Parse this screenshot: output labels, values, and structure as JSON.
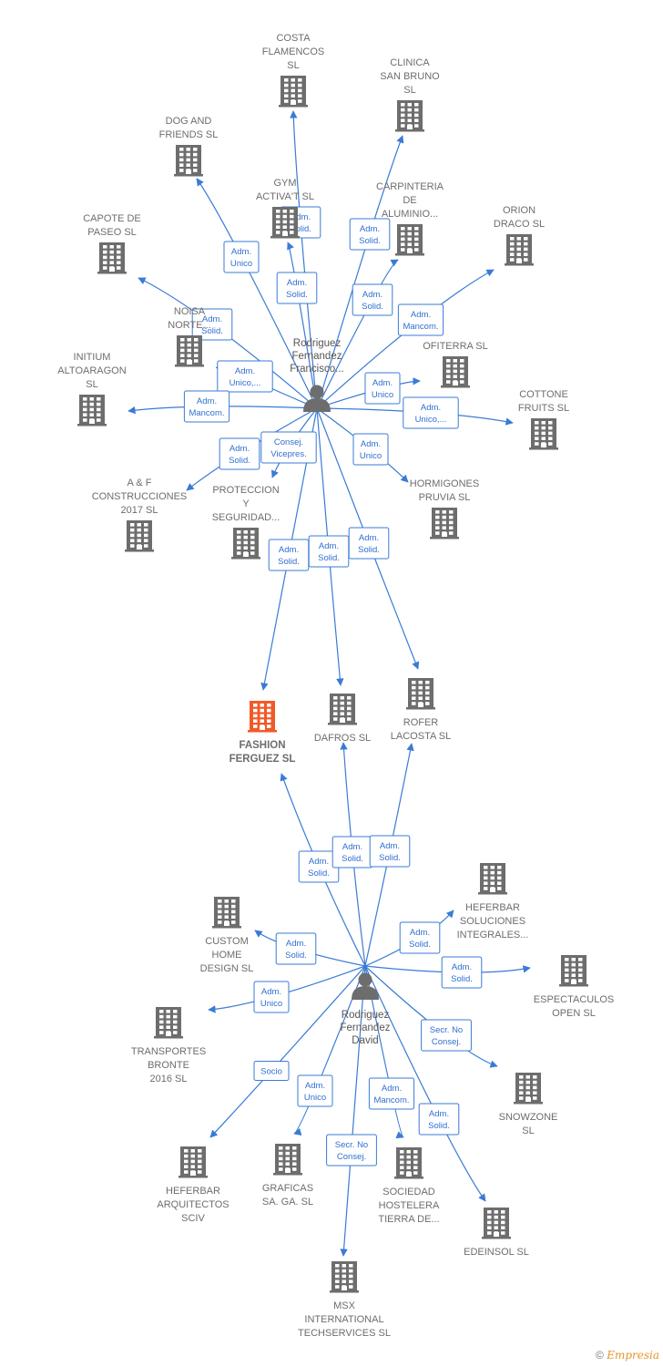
{
  "colors": {
    "edge": "#3a7bd5",
    "building": "#6d6d6d",
    "focus": "#f05a28",
    "person": "#6d6d6d"
  },
  "persons": [
    {
      "id": "p1",
      "label": [
        "Rodriguez",
        "Fernandez",
        "Francisco..."
      ]
    },
    {
      "id": "p2",
      "label": [
        "Rodriguez",
        "Fernandez",
        "David"
      ]
    }
  ],
  "companies": [
    {
      "id": "costa",
      "label": [
        "COSTA",
        "FLAMENCOS",
        "SL"
      ]
    },
    {
      "id": "clinica",
      "label": [
        "CLINICA",
        "SAN BRUNO",
        "SL"
      ]
    },
    {
      "id": "dog",
      "label": [
        "DOG AND",
        "FRIENDS SL"
      ]
    },
    {
      "id": "gym",
      "label": [
        "GYM",
        "ACTIVA'T SL"
      ]
    },
    {
      "id": "carpinteria",
      "label": [
        "CARPINTERIA",
        "DE",
        "ALUMINIO..."
      ]
    },
    {
      "id": "orion",
      "label": [
        "ORION",
        "DRACO SL"
      ]
    },
    {
      "id": "capote",
      "label": [
        "CAPOTE DE",
        "PASEO SL"
      ]
    },
    {
      "id": "noisa",
      "label": [
        "NOISA",
        "NORTE..."
      ]
    },
    {
      "id": "ofiterra",
      "label": [
        "OFITERRA SL"
      ]
    },
    {
      "id": "initium",
      "label": [
        "INITIUM",
        "ALTOARAGON",
        "SL"
      ]
    },
    {
      "id": "cottone",
      "label": [
        "COTTONE",
        "FRUITS SL"
      ]
    },
    {
      "id": "af",
      "label": [
        "A & F",
        "CONSTRUCCIONES",
        "2017 SL"
      ]
    },
    {
      "id": "proteccion",
      "label": [
        "PROTECCION",
        "Y",
        "SEGURIDAD..."
      ]
    },
    {
      "id": "hormigones",
      "label": [
        "HORMIGONES",
        "PRUVIA SL"
      ]
    },
    {
      "id": "fashion",
      "label": [
        "FASHION",
        "FERGUEZ SL"
      ],
      "focus": true
    },
    {
      "id": "dafros",
      "label": [
        "DAFROS SL"
      ]
    },
    {
      "id": "rofer",
      "label": [
        "ROFER",
        "LACOSTA SL"
      ]
    },
    {
      "id": "heferbar_sol",
      "label": [
        "HEFERBAR",
        "SOLUCIONES",
        "INTEGRALES..."
      ]
    },
    {
      "id": "custom",
      "label": [
        "CUSTOM",
        "HOME",
        "DESIGN SL"
      ]
    },
    {
      "id": "espectaculos",
      "label": [
        "ESPECTACULOS",
        "OPEN SL"
      ]
    },
    {
      "id": "transportes",
      "label": [
        "TRANSPORTES",
        "BRONTE",
        "2016 SL"
      ]
    },
    {
      "id": "snowzone",
      "label": [
        "SNOWZONE",
        "SL"
      ]
    },
    {
      "id": "heferbar_arq",
      "label": [
        "HEFERBAR",
        "ARQUITECTOS",
        "SCIV"
      ]
    },
    {
      "id": "graficas",
      "label": [
        "GRAFICAS",
        "SA. GA. SL"
      ]
    },
    {
      "id": "sociedad",
      "label": [
        "SOCIEDAD",
        "HOSTELERA",
        "TIERRA DE..."
      ]
    },
    {
      "id": "edeinsol",
      "label": [
        "EDEINSOL SL"
      ]
    },
    {
      "id": "msx",
      "label": [
        "MSX",
        "INTERNATIONAL",
        "TECHSERVICES SL"
      ]
    }
  ],
  "relations": [
    {
      "from": "p1",
      "to": "costa",
      "label": [
        "Adm.",
        "Solid."
      ]
    },
    {
      "from": "p1",
      "to": "clinica",
      "label": [
        "Adm.",
        "Solid."
      ]
    },
    {
      "from": "p1",
      "to": "dog",
      "label": [
        "Adm.",
        "Unico"
      ]
    },
    {
      "from": "p1",
      "to": "gym",
      "label": [
        "Adm.",
        "Solid."
      ]
    },
    {
      "from": "p1",
      "to": "carpinteria",
      "label": [
        "Adm.",
        "Solid."
      ]
    },
    {
      "from": "p1",
      "to": "orion",
      "label": [
        "Adm.",
        "Mancom."
      ]
    },
    {
      "from": "p1",
      "to": "capote",
      "label": [
        "Adm.",
        "Solid."
      ]
    },
    {
      "from": "p1",
      "to": "noisa",
      "label": [
        "Adm.",
        "Unico,..."
      ]
    },
    {
      "from": "p1",
      "to": "ofiterra",
      "label": [
        "Adm.",
        "Unico"
      ]
    },
    {
      "from": "p1",
      "to": "initium",
      "label": [
        "Adm.",
        "Mancom."
      ]
    },
    {
      "from": "p1",
      "to": "cottone",
      "label": [
        "Adm.",
        "Unico,..."
      ]
    },
    {
      "from": "p1",
      "to": "af",
      "label": [
        "Adm.",
        "Solid."
      ]
    },
    {
      "from": "p1",
      "to": "proteccion",
      "label": [
        "Consej.",
        "Vicepres."
      ]
    },
    {
      "from": "p1",
      "to": "hormigones",
      "label": [
        "Adm.",
        "Unico"
      ]
    },
    {
      "from": "p1",
      "to": "fashion",
      "label": [
        "Adm.",
        "Solid."
      ]
    },
    {
      "from": "p1",
      "to": "dafros",
      "label": [
        "Adm.",
        "Solid."
      ]
    },
    {
      "from": "p1",
      "to": "rofer",
      "label": [
        "Adm.",
        "Solid."
      ]
    },
    {
      "from": "p2",
      "to": "fashion",
      "label": [
        "Adm.",
        "Solid."
      ]
    },
    {
      "from": "p2",
      "to": "dafros",
      "label": [
        "Adm.",
        "Solid."
      ]
    },
    {
      "from": "p2",
      "to": "rofer",
      "label": [
        "Adm.",
        "Solid."
      ]
    },
    {
      "from": "p2",
      "to": "heferbar_sol",
      "label": [
        "Adm.",
        "Solid."
      ]
    },
    {
      "from": "p2",
      "to": "custom",
      "label": [
        "Adm.",
        "Solid."
      ]
    },
    {
      "from": "p2",
      "to": "espectaculos",
      "label": [
        "Adm.",
        "Solid."
      ]
    },
    {
      "from": "p2",
      "to": "transportes",
      "label": [
        "Adm.",
        "Unico"
      ]
    },
    {
      "from": "p2",
      "to": "snowzone",
      "label": [
        "Secr. No",
        "Consej."
      ]
    },
    {
      "from": "p2",
      "to": "heferbar_arq",
      "label": [
        "Socio"
      ]
    },
    {
      "from": "p2",
      "to": "graficas",
      "label": [
        "Adm.",
        "Unico"
      ]
    },
    {
      "from": "p2",
      "to": "sociedad",
      "label": [
        "Adm.",
        "Mancom."
      ]
    },
    {
      "from": "p2",
      "to": "edeinsol",
      "label": [
        "Adm.",
        "Solid."
      ]
    },
    {
      "from": "p2",
      "to": "msx",
      "label": [
        "Secr. No",
        "Consej."
      ]
    }
  ],
  "footer": {
    "copyright": "©",
    "brand": "Empresia"
  }
}
